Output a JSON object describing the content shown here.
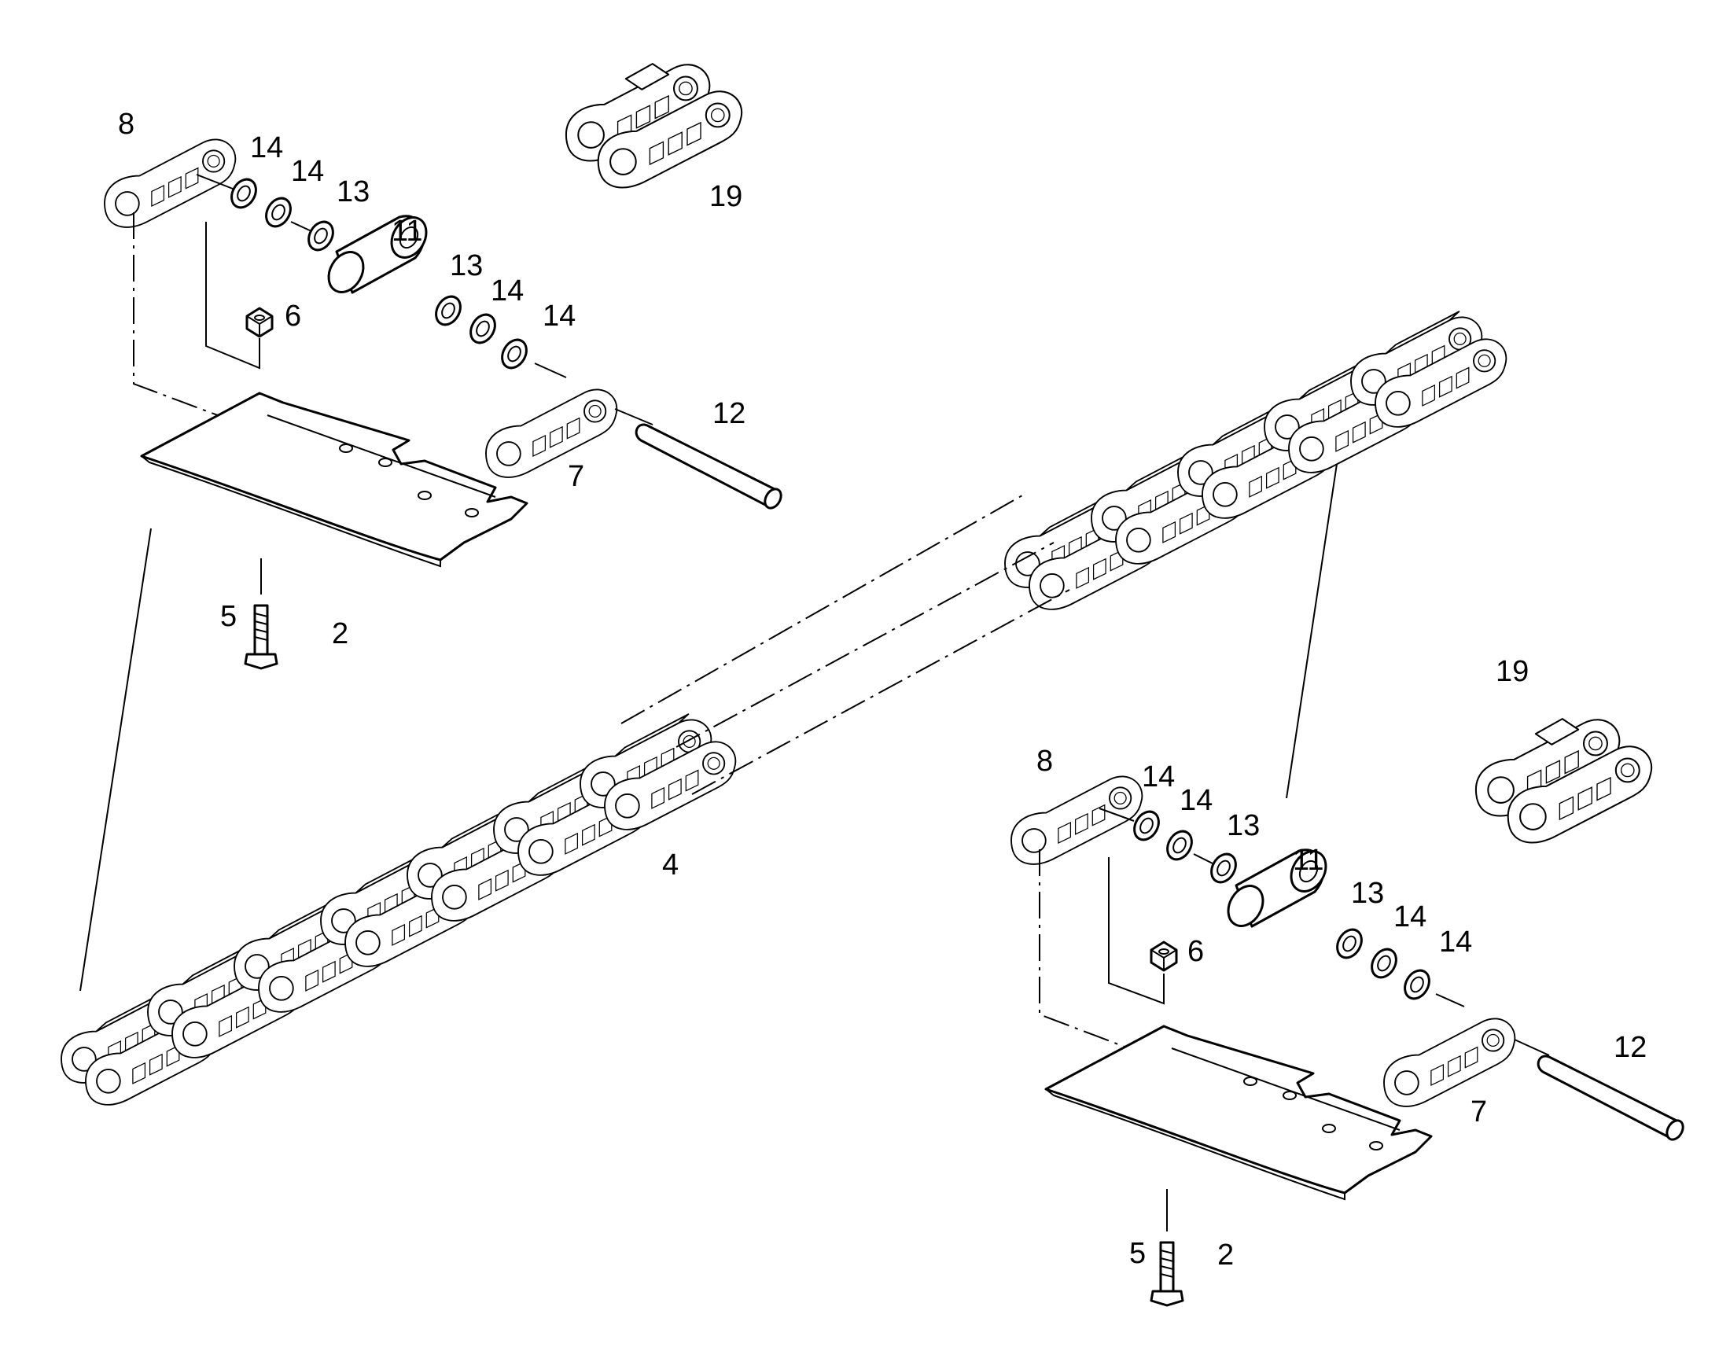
{
  "diagram": {
    "callouts": [
      {
        "id": "c-8-top",
        "label": "8"
      },
      {
        "id": "c-14a-top",
        "label": "14"
      },
      {
        "id": "c-14b-top",
        "label": "14"
      },
      {
        "id": "c-13a-top",
        "label": "13"
      },
      {
        "id": "c-11-top",
        "label": "11"
      },
      {
        "id": "c-13b-top",
        "label": "13"
      },
      {
        "id": "c-14c-top",
        "label": "14"
      },
      {
        "id": "c-14d-top",
        "label": "14"
      },
      {
        "id": "c-6-top",
        "label": "6"
      },
      {
        "id": "c-12-top",
        "label": "12"
      },
      {
        "id": "c-7-top",
        "label": "7"
      },
      {
        "id": "c-19-top",
        "label": "19"
      },
      {
        "id": "c-5-top",
        "label": "5"
      },
      {
        "id": "c-2-top",
        "label": "2"
      },
      {
        "id": "c-4",
        "label": "4"
      },
      {
        "id": "c-19-bot",
        "label": "19"
      },
      {
        "id": "c-8-bot",
        "label": "8"
      },
      {
        "id": "c-14a-bot",
        "label": "14"
      },
      {
        "id": "c-14b-bot",
        "label": "14"
      },
      {
        "id": "c-13a-bot",
        "label": "13"
      },
      {
        "id": "c-11-bot",
        "label": "11"
      },
      {
        "id": "c-13b-bot",
        "label": "13"
      },
      {
        "id": "c-14c-bot",
        "label": "14"
      },
      {
        "id": "c-14d-bot",
        "label": "14"
      },
      {
        "id": "c-6-bot",
        "label": "6"
      },
      {
        "id": "c-12-bot",
        "label": "12"
      },
      {
        "id": "c-7-bot",
        "label": "7"
      },
      {
        "id": "c-5-bot",
        "label": "5"
      },
      {
        "id": "c-2-bot",
        "label": "2"
      }
    ]
  }
}
